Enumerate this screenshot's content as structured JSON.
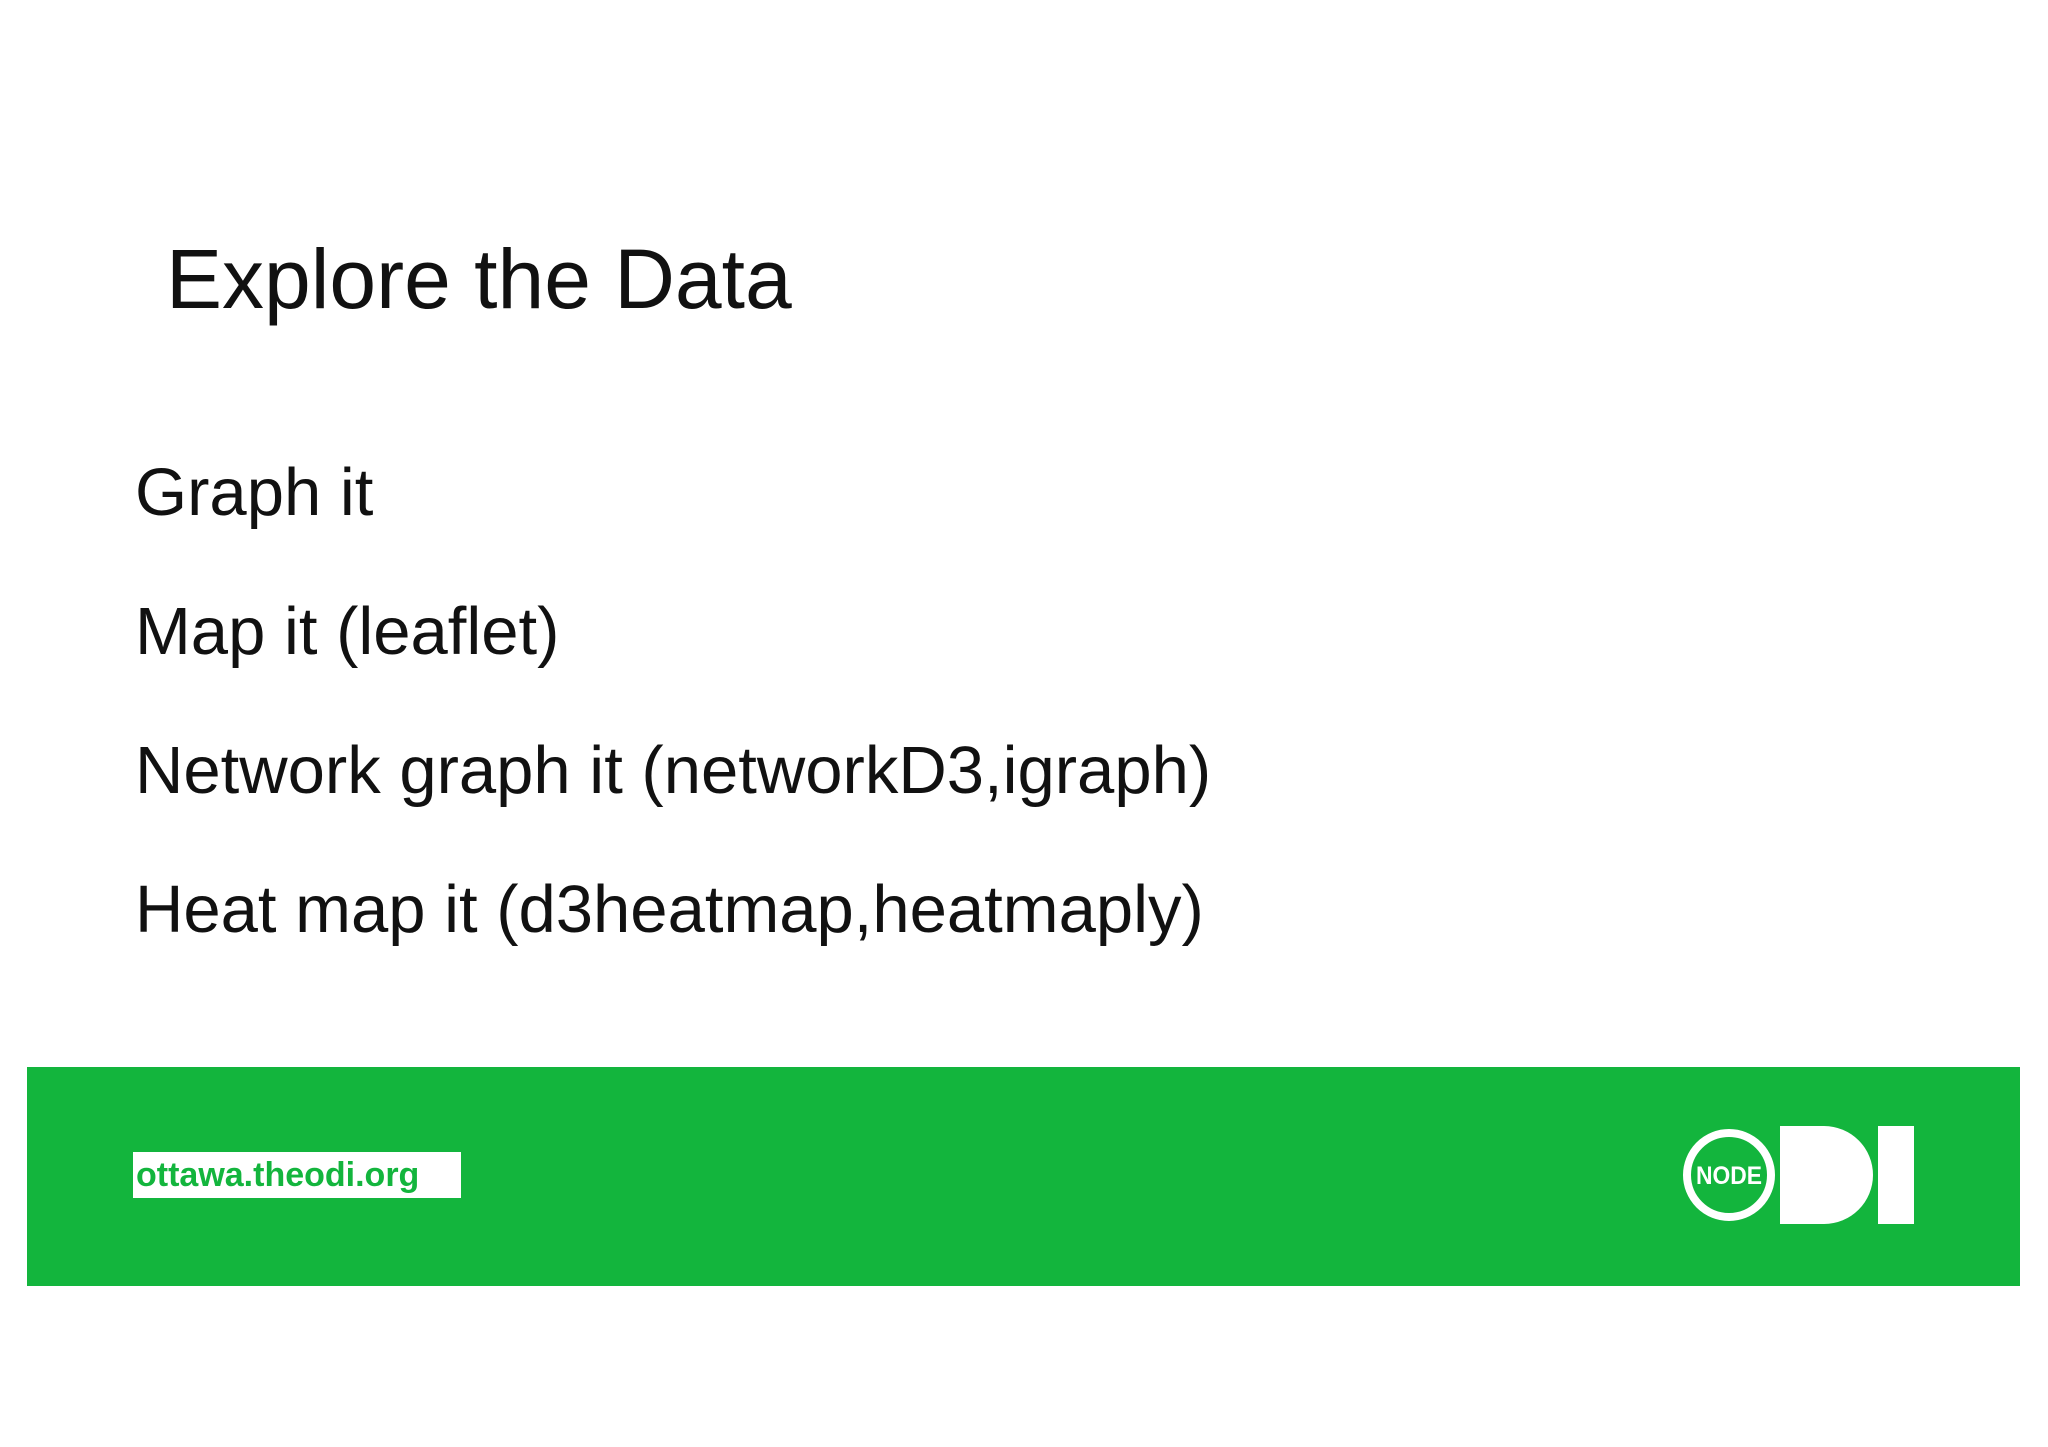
{
  "slide": {
    "title": "Explore the Data",
    "bullets": [
      "Graph it",
      "Map it (leaflet)",
      "Network graph it (networkD3,igraph)",
      "Heat map it (d3heatmap,heatmaply)"
    ],
    "footer": {
      "url": "ottawa.theodi.org",
      "logo": {
        "node_label": "NODE"
      }
    }
  },
  "colors": {
    "green": "#13b53d",
    "text": "#111111",
    "background": "#ffffff",
    "white": "#ffffff"
  }
}
